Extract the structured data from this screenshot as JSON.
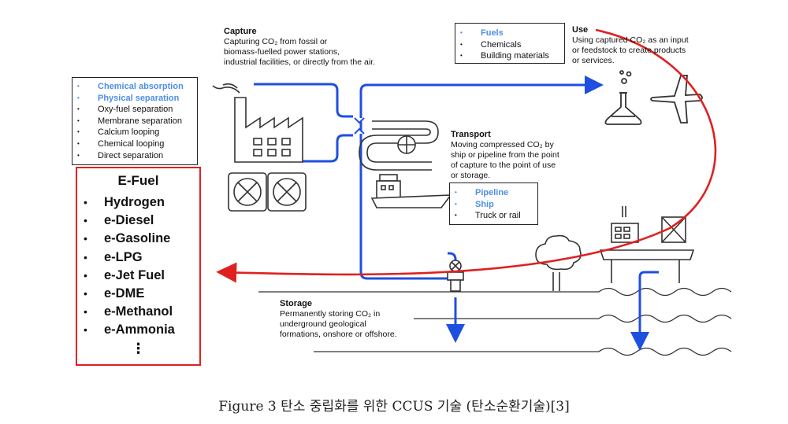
{
  "capture": {
    "title": "Capture",
    "lines": [
      "Capturing CO₂ from fossil or",
      "biomass-fuelled power stations,",
      "industrial facilities, or directly from the air."
    ]
  },
  "capture_methods": {
    "items": [
      {
        "label": "Chemical absorption",
        "highlight": true
      },
      {
        "label": "Physical separation",
        "highlight": true
      },
      {
        "label": "Oxy-fuel separation",
        "highlight": false
      },
      {
        "label": "Membrane separation",
        "highlight": false
      },
      {
        "label": "Calcium looping",
        "highlight": false
      },
      {
        "label": "Chemical looping",
        "highlight": false
      },
      {
        "label": "Direct separation",
        "highlight": false
      }
    ]
  },
  "use_products": {
    "items": [
      {
        "label": "Fuels",
        "highlight": true
      },
      {
        "label": "Chemicals",
        "highlight": false
      },
      {
        "label": "Building materials",
        "highlight": false
      }
    ]
  },
  "use": {
    "title": "Use",
    "lines": [
      "Using captured CO₂ as an input",
      "or feedstock to create products",
      "or services."
    ]
  },
  "transport": {
    "title": "Transport",
    "lines": [
      "Moving compressed CO₂ by",
      "ship or pipeline from the point",
      "of capture to the point of use",
      "or storage."
    ]
  },
  "transport_modes": {
    "items": [
      {
        "label": "Pipeline",
        "highlight": true
      },
      {
        "label": "Ship",
        "highlight": true
      },
      {
        "label": "Truck or rail",
        "highlight": false
      }
    ]
  },
  "storage": {
    "title": "Storage",
    "lines": [
      "Permanently storing CO₂ in",
      "underground geological",
      "formations, onshore or offshore."
    ]
  },
  "efuel": {
    "title": "E-Fuel",
    "items": [
      "Hydrogen",
      "e-Diesel",
      "e-Gasoline",
      "e-LPG",
      "e-Jet Fuel",
      "e-DME",
      "e-Methanol",
      "e-Ammonia"
    ],
    "more": "⋮"
  },
  "caption": "Figure 3 탄소 중립화를 위한 CCUS 기술 (탄소순환기술)[3]",
  "colors": {
    "flow": "#1f4fe0",
    "highlight": "#4f8ee8",
    "efuel_border": "#e02020",
    "arrow": "#e02020"
  }
}
